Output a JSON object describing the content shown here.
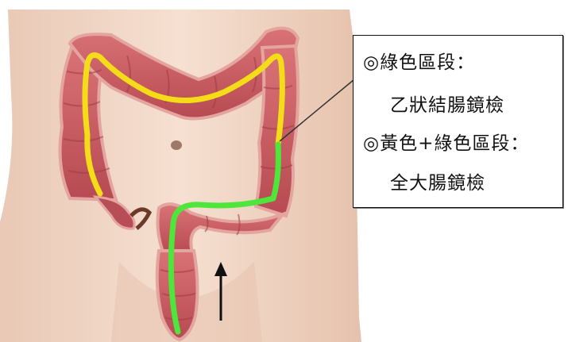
{
  "callout": {
    "line1": "◎綠色區段：",
    "line2": "乙狀結腸鏡檢",
    "line3": "◎黃色+綠色區段：",
    "line4": "全大腸鏡檢"
  },
  "colors": {
    "green_segment": "#4fe63c",
    "yellow_segment": "#f4dd18",
    "colon_tissue": "#c95a5e",
    "skin": "#f2d8c7",
    "arrow": "#111111"
  },
  "icons": {
    "arrow": "arrow-up-icon"
  }
}
